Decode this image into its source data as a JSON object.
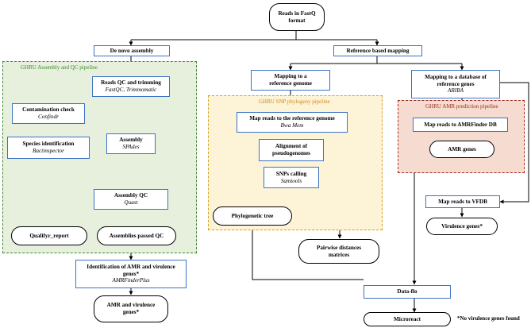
{
  "groups": {
    "assembly_qc": {
      "label": "GHRU Assembly and QC pipeline",
      "color": "#3f8a2e"
    },
    "snp_phylogeny": {
      "label": "GHRU SNP phylogeny pipeline",
      "color": "#d08a18"
    },
    "amr_prediction": {
      "label": "GHRU AMR prediction pipeline",
      "color": "#a02a20"
    }
  },
  "nodes": {
    "reads_fastq": {
      "title": "Reads in FastQ format"
    },
    "de_novo": {
      "title": "De novo assembly"
    },
    "ref_mapping": {
      "title": "Reference based mapping"
    },
    "reads_qc": {
      "title": "Reads QC and trimming",
      "tool": "FastQC, Trimmomatic"
    },
    "contamination": {
      "title": "Contamination check",
      "tool": "Confindr"
    },
    "species_id": {
      "title": "Species identification",
      "tool": "Bactinspector"
    },
    "assembly": {
      "title": "Assembly",
      "tool": "SPAdes"
    },
    "assembly_qc": {
      "title": "Assembly QC",
      "tool": "Quast"
    },
    "qualifyr": {
      "title": "Qualifyr_report"
    },
    "assemblies_passed": {
      "title": "Assemblies passed QC"
    },
    "ident_amr": {
      "title": "Identification of AMR and virulence genes*",
      "tool": "AMRFinderPlus"
    },
    "amr_virulence": {
      "title": "AMR and virulence genes*"
    },
    "map_ref_genome": {
      "title": "Mapping to a reference genome"
    },
    "map_db": {
      "title": "Mapping to a database of reference genes",
      "tool": "ARIBA"
    },
    "bwa": {
      "title": "Map reads to the reference genome",
      "tool": "Bwa Mem"
    },
    "pseudo": {
      "title": "Alignment of pseudogenomes"
    },
    "snps": {
      "title": "SNPs calling",
      "tool": "Samtools"
    },
    "phylo": {
      "title": "Phylogenetic tree"
    },
    "pairwise": {
      "title": "Pairwise distances matrices"
    },
    "amrfinder_db": {
      "title": "Map reads to AMRFinder DB"
    },
    "amr_genes": {
      "title": "AMR genes"
    },
    "vfdb": {
      "title": "Map reads to VFDB"
    },
    "virulence": {
      "title": "Virulence genes*"
    },
    "dataflo": {
      "title": "Data-flo"
    },
    "microreact": {
      "title": "Microreact"
    }
  },
  "footnote": "*No virulence genes found"
}
